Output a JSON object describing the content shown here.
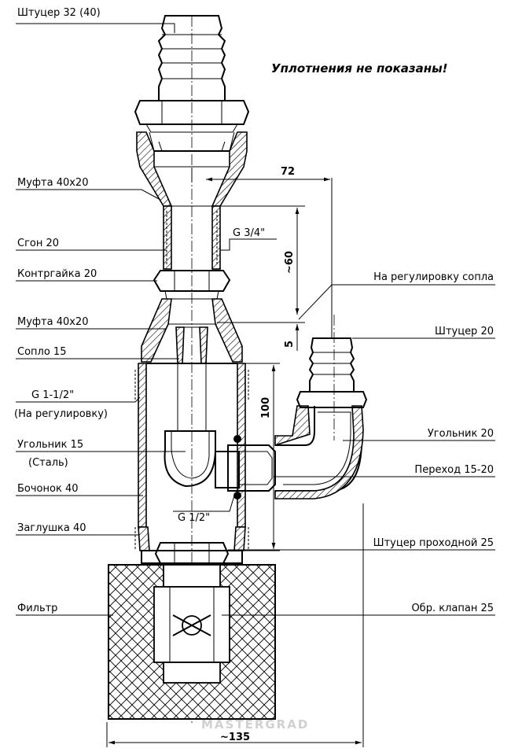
{
  "note": "Уплотнения не показаны!",
  "watermark": "MASTERGRAD",
  "left_labels": [
    {
      "id": "shtucer-32",
      "text": "Штуцер 32 (40)"
    },
    {
      "id": "mufta-40x20-top",
      "text": "Муфта 40х20"
    },
    {
      "id": "sgon-20",
      "text": "Сгон 20"
    },
    {
      "id": "kontrgaika-20",
      "text": "Контргайка 20"
    },
    {
      "id": "mufta-40x20-bottom",
      "text": "Муфта 40х20"
    },
    {
      "id": "soplo-15",
      "text": "Сопло 15"
    },
    {
      "id": "g-1-1-2",
      "text": "G 1-1/2\""
    },
    {
      "id": "na-regulirovku",
      "text": "(На регулировку)"
    },
    {
      "id": "ugolnik-15",
      "text": "Угольник 15"
    },
    {
      "id": "stal",
      "text": "(Сталь)"
    },
    {
      "id": "bochonok-40",
      "text": "Бочонок 40"
    },
    {
      "id": "zaglushka-40",
      "text": "Заглушка 40"
    },
    {
      "id": "filtr",
      "text": "Фильтр"
    }
  ],
  "right_labels": [
    {
      "id": "na-regulirovku-sopla",
      "text": "На регулировку сопла"
    },
    {
      "id": "shtucer-20",
      "text": "Штуцер 20"
    },
    {
      "id": "ugolnik-20",
      "text": "Угольник 20"
    },
    {
      "id": "perehod-15-20",
      "text": "Переход 15-20"
    },
    {
      "id": "shtucer-prohodnoy-25",
      "text": "Штуцер проходной 25"
    },
    {
      "id": "obr-klapan-25",
      "text": "Обр. клапан 25"
    }
  ],
  "inline_labels": {
    "g34": "G 3/4\"",
    "g12": "G 1/2\""
  },
  "dimensions": {
    "d72": "72",
    "d60": "~60",
    "d5": "5",
    "d100": "100",
    "d135": "~135"
  }
}
